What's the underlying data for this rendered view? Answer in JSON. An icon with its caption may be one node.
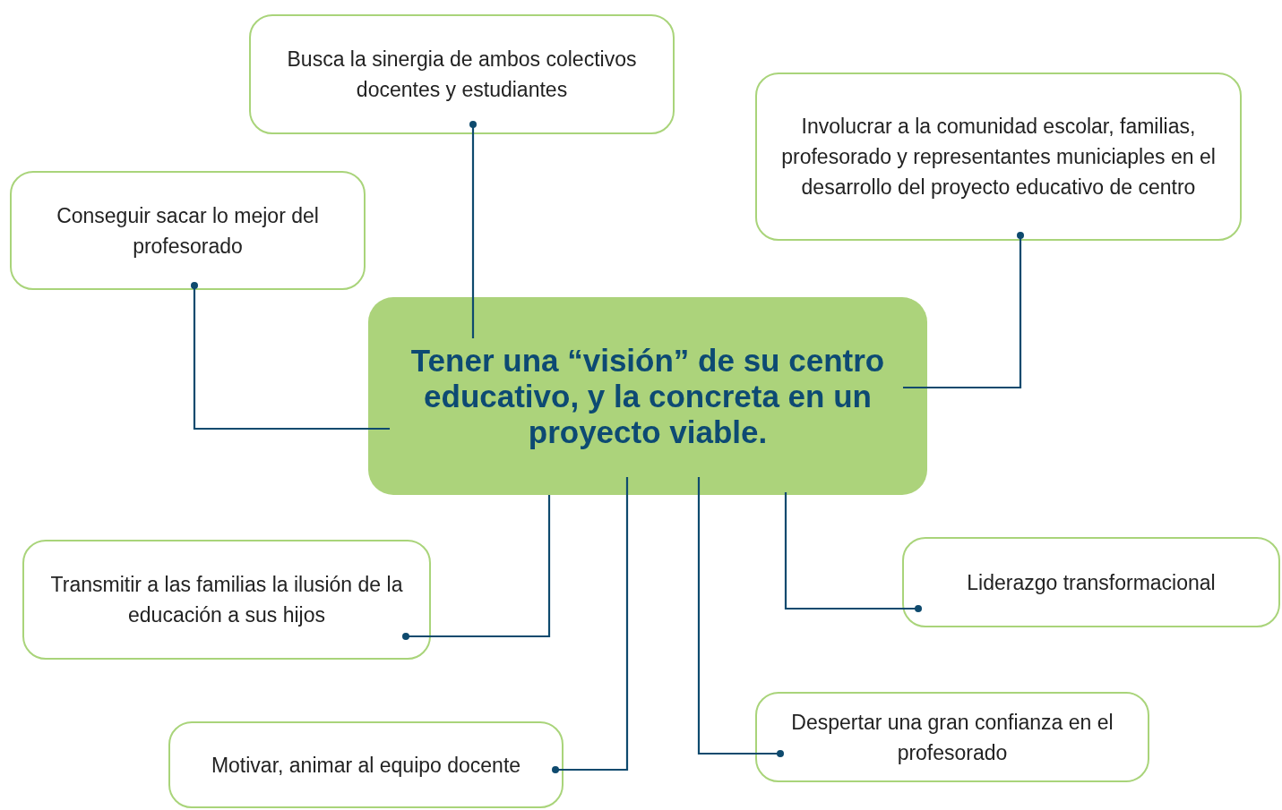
{
  "diagram": {
    "nodes": [
      {
        "text": [
          "Busca la sinergia de ambos colectivos docentes y estudiantes"
        ]
      },
      {
        "text": [
          "Involucrar a la comunidad escolar, familias, profesorado y representantes municiaples en el desarrollo del proyecto educativo de centro"
        ]
      },
      {
        "text": [
          "Conseguir sacar lo mejor del profesorado"
        ]
      },
      {
        "text": [
          "Tener una “visión” de su centro educativo, y la concreta en un proyecto viable."
        ]
      },
      {
        "text": [
          "Liderazgo transformacional"
        ]
      },
      {
        "text": [
          "Transmitir a las familias la ilusión de la educación  a sus hijos"
        ]
      },
      {
        "text": [
          "Despertar una gran confianza en el profesorado"
        ]
      },
      {
        "text": [
          "Motivar, animar al equipo docente"
        ]
      }
    ],
    "edges": [
      {
        "from": 3,
        "to": 0,
        "arrow": "other"
      },
      {
        "from": 3,
        "to": 1,
        "arrow": "other"
      },
      {
        "from": 3,
        "to": 2,
        "arrow": "other"
      },
      {
        "from": 3,
        "to": 4,
        "arrow": "other"
      },
      {
        "from": 3,
        "to": 5,
        "arrow": "other"
      },
      {
        "from": 3,
        "to": 6,
        "arrow": "other"
      },
      {
        "from": 3,
        "to": 7,
        "arrow": "other"
      }
    ]
  }
}
